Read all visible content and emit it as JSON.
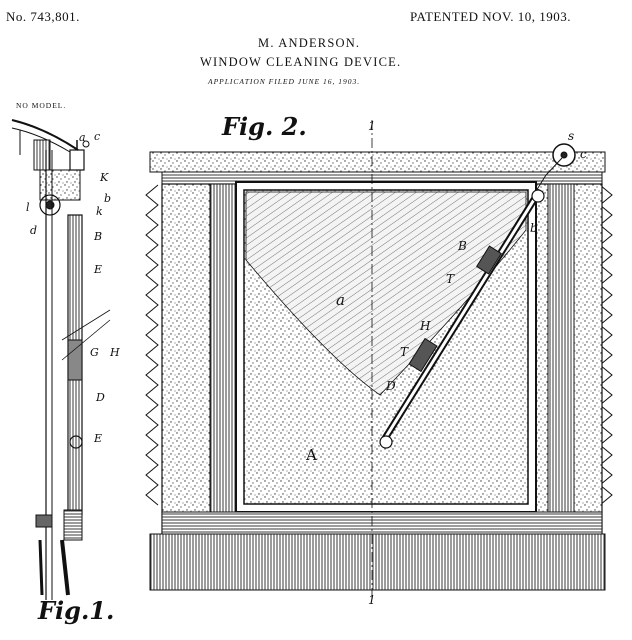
{
  "header": {
    "patent_number": "No. 743,801.",
    "patent_date": "PATENTED NOV. 10, 1903.",
    "inventor": "M. ANDERSON.",
    "title": "WINDOW CLEANING DEVICE.",
    "application": "APPLICATION FILED JUNE 16, 1903.",
    "model": "NO MODEL."
  },
  "figures": {
    "fig1_label": "Fig.1.",
    "fig2_label": "Fig. 2."
  },
  "fig1_refs": {
    "a": "a",
    "c": "c",
    "K": "K",
    "b": "b",
    "l": "l",
    "k": "k",
    "d": "d",
    "B": "B",
    "E1": "E",
    "G": "G",
    "H": "H",
    "D": "D",
    "E2": "E"
  },
  "fig2_refs": {
    "sec_top": "1",
    "sec_bottom": "1",
    "a": "a",
    "A": "A",
    "B": "B",
    "T1": "T",
    "T2": "T",
    "H": "H",
    "D": "D",
    "b": "b",
    "c": "c",
    "s": "s"
  }
}
